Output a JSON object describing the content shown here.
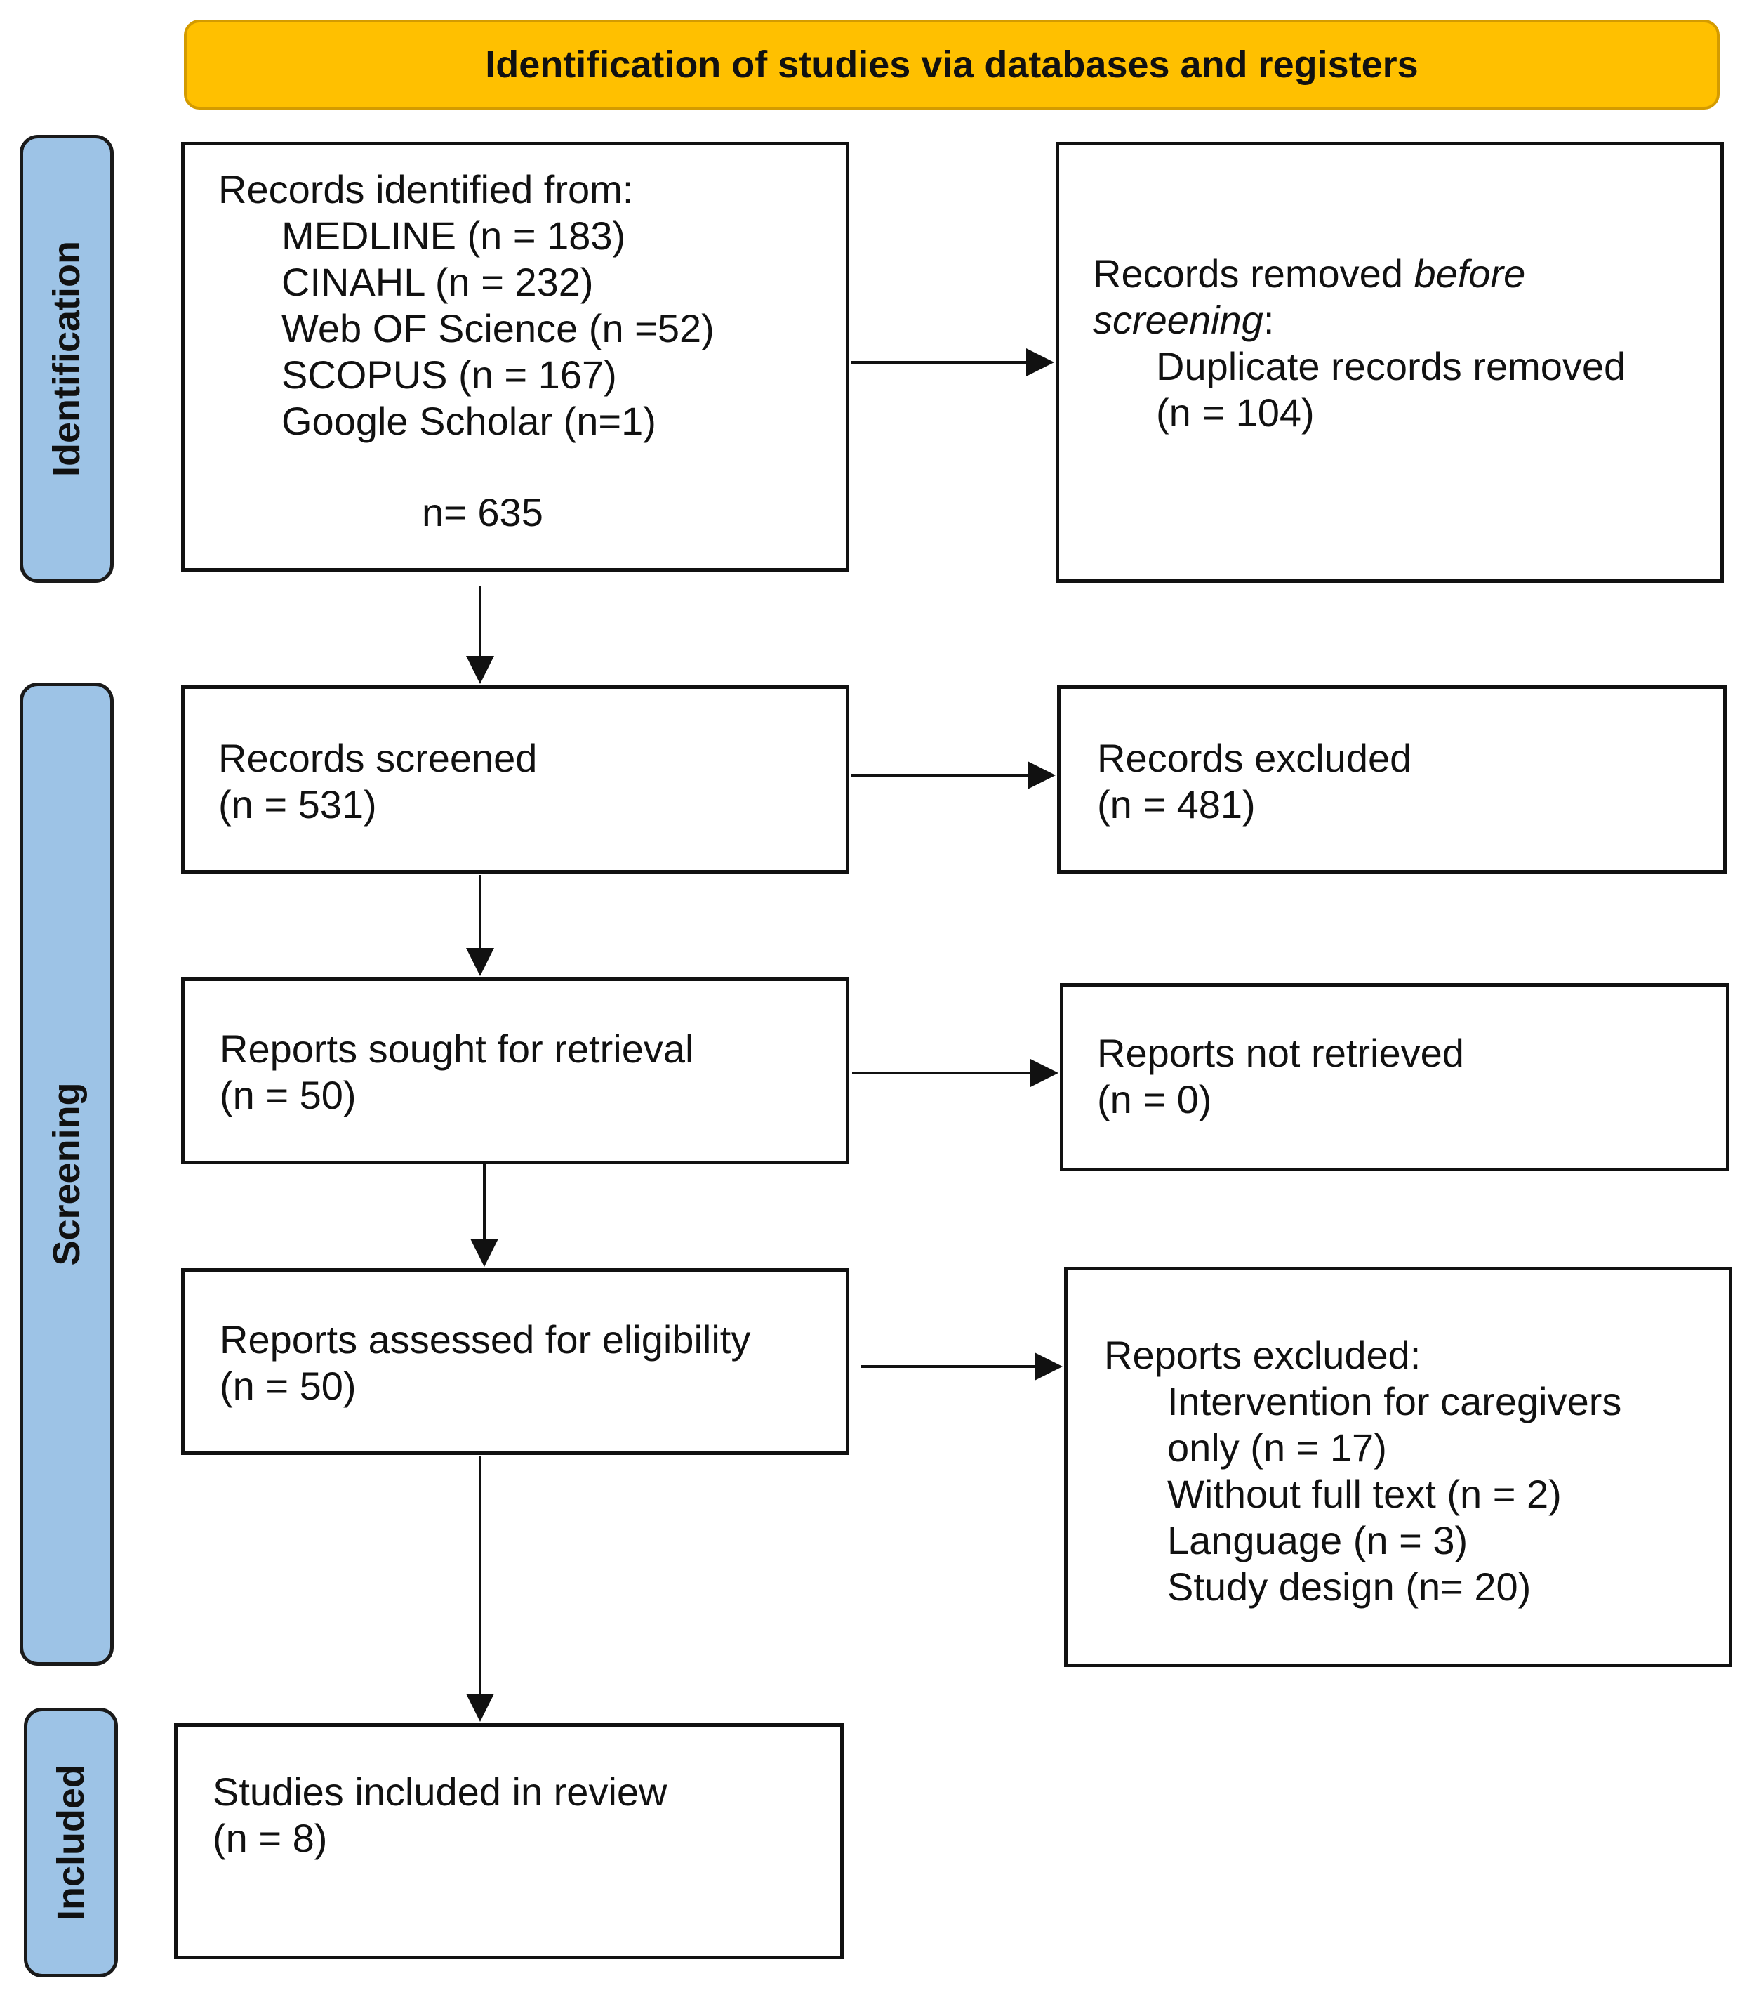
{
  "header": {
    "title": "Identification of studies via databases and registers"
  },
  "stages": {
    "identification": "Identification",
    "screening": "Screening",
    "included": "Included"
  },
  "records_identified": {
    "heading": "Records identified from:",
    "sources": [
      "MEDLINE (n = 183)",
      "CINAHL (n = 232)",
      "Web OF Science (n =52)",
      "SCOPUS (n = 167)",
      "Google Scholar (n=1)"
    ],
    "total": "n= 635"
  },
  "records_removed": {
    "heading_prefix": "Records removed ",
    "heading_emphasis_1": "before",
    "heading_emphasis_2": "screening",
    "heading_suffix": ":",
    "item_label": "Duplicate records removed",
    "item_count": "(n = 104)"
  },
  "records_screened": {
    "label": "Records screened",
    "count": "(n = 531)"
  },
  "records_excluded": {
    "label": "Records excluded",
    "count": "(n = 481)"
  },
  "reports_sought": {
    "label": "Reports sought for retrieval",
    "count": "(n = 50)"
  },
  "reports_not_retrieved": {
    "label": "Reports not retrieved",
    "count": "(n = 0)"
  },
  "reports_assessed": {
    "label": "Reports assessed for eligibility",
    "count": "(n = 50)"
  },
  "reports_excluded": {
    "heading": "Reports excluded:",
    "reasons": [
      "Intervention for caregivers",
      "only (n = 17)",
      "Without full text (n = 2)",
      "Language (n = 3)",
      "Study design (n= 20)"
    ]
  },
  "studies_included": {
    "label": "Studies included in review",
    "count": "(n = 8)"
  },
  "colors": {
    "banner": "#ffc000",
    "stage": "#9dc3e6",
    "border": "#111111"
  }
}
